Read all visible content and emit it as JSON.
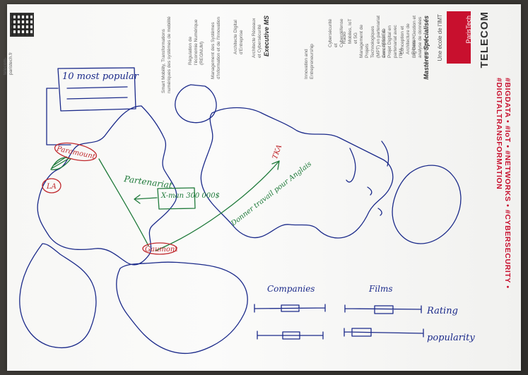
{
  "brand": {
    "name": "TELECOM",
    "sub": "ParisTech",
    "tagline": "Une école de l'IMT"
  },
  "hashtags": "#BIGDATA • #IoT • #NETWORKS • #CYBERSECURITY • #DIGITALTRANSFORMATION",
  "columns": {
    "masteres_title": "Mastères Spécialisés",
    "col1": "Big Data : Gestion et analyse de données massives",
    "col2": "Conception et Architecture de Réseaux",
    "col3": "Conception de Projet Digital en partenariat avec l'IMA",
    "col4": "Management de Projets Technologiques (MPT) en partenariat avec l'ESSEC",
    "col5": "Radio Mobiles, IoT et 5G",
    "col6": "Cybersécurité et Cyberdéfense",
    "col7": "Innovation and Entrepreneurship",
    "exec_title": "Executive MS",
    "col8": "Architecte Réseaux et Cybersécurité",
    "col9": "Architecte Digital d'Entreprise",
    "col10": "Management des Systèmes d'Information et de l'Innovation",
    "col11": "Régulation de l'économie Numérique (REGNUM)",
    "col12": "Smart Mobility, Transformations numériques des systèmes de mobilité",
    "url": "telecom-paristech.fr"
  },
  "sketch": {
    "box_label": "10 most popular",
    "paramount": "Paramount",
    "la_label": "LA",
    "partnership": "Partenariat",
    "money": "X-man 300 000$",
    "gaumont": "Gaumont",
    "asia": "TKA",
    "flow_label": "Donner travail pour Anglais",
    "companies": "Companies",
    "films": "Films",
    "rating": "Rating",
    "popularity": "popularity"
  },
  "colors": {
    "ink_blue": "#1b2a8a",
    "ink_green": "#1f7a3a",
    "ink_red": "#c0282d",
    "brand_red": "#c8102e"
  }
}
